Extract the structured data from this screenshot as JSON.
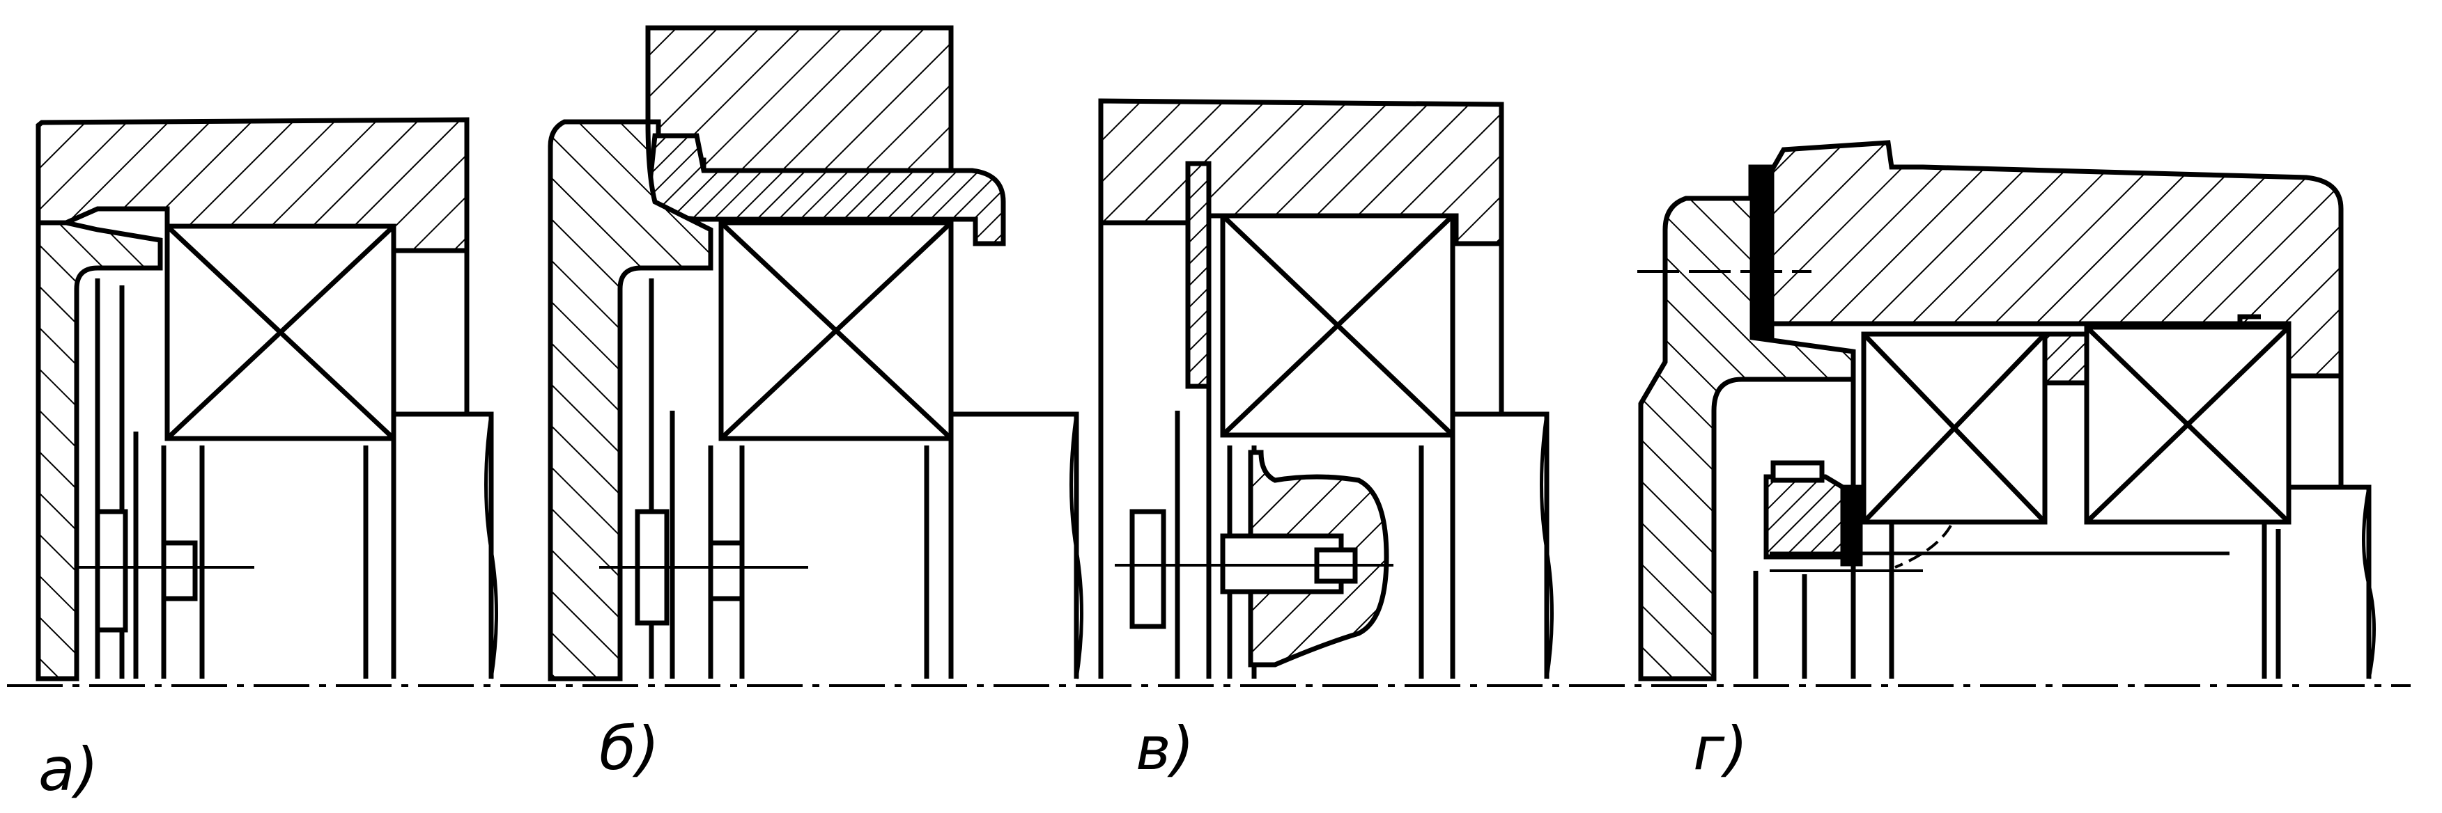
{
  "figures": [
    {
      "id": "a",
      "label": "а)"
    },
    {
      "id": "b",
      "label": "б)"
    },
    {
      "id": "v",
      "label": "в)"
    },
    {
      "id": "g",
      "label": "г)"
    }
  ],
  "colors": {
    "ink": "#000000",
    "paper": "#ffffff"
  }
}
